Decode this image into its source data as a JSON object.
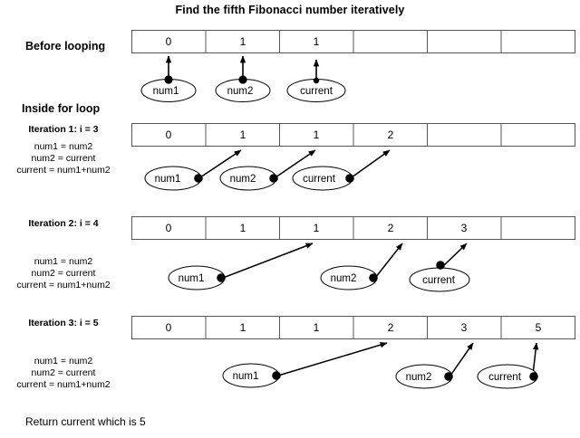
{
  "title": "Find the fifth Fibonacci number iteratively",
  "colors": {
    "stroke": "#000000",
    "cell_border": "#555555",
    "background": "#ffffff",
    "dot": "#000000"
  },
  "sections": {
    "before_label": "Before looping",
    "inside_label": "Inside for loop",
    "return_note": "Return current which is 5"
  },
  "variables": {
    "num1": "num1",
    "num2": "num2",
    "current": "current"
  },
  "rows": [
    {
      "id": "before-looping",
      "label": "Before looping",
      "cells": [
        "0",
        "1",
        "1",
        "",
        "",
        ""
      ],
      "nodes": [
        "num1",
        "num2",
        "current"
      ]
    },
    {
      "id": "iteration-1",
      "label": "Iteration 1: i = 3",
      "assignments": [
        "num1 = num2",
        "num2 = current",
        "current = num1+num2"
      ],
      "cells": [
        "0",
        "1",
        "1",
        "2",
        "",
        ""
      ],
      "nodes": [
        "num1",
        "num2",
        "current"
      ]
    },
    {
      "id": "iteration-2",
      "label": "Iteration 2: i = 4",
      "assignments": [
        "num1 = num2",
        "num2 = current",
        "current = num1+num2"
      ],
      "cells": [
        "0",
        "1",
        "1",
        "2",
        "3",
        ""
      ],
      "nodes": [
        "num1",
        "num2",
        "current"
      ]
    },
    {
      "id": "iteration-3",
      "label": "Iteration 3: i = 5",
      "assignments": [
        "num1 = num2",
        "num2 = current",
        "current = num1+num2"
      ],
      "cells": [
        "0",
        "1",
        "1",
        "2",
        "3",
        "5"
      ],
      "nodes": [
        "num1",
        "num2",
        "current"
      ]
    }
  ],
  "chart_data": {
    "type": "diagram",
    "title": "Find the fifth Fibonacci number iteratively",
    "description": "Iterative Fibonacci array trace with pointer variables num1, num2 and current",
    "array_states": [
      {
        "stage": "Before looping",
        "array": [
          "0",
          "1",
          "1",
          "",
          "",
          ""
        ],
        "num1_index": 0,
        "num2_index": 1,
        "current_index": 2
      },
      {
        "stage": "Iteration 1: i = 3",
        "array": [
          "0",
          "1",
          "1",
          "2",
          "",
          ""
        ],
        "num1_index": 1,
        "num2_index": 2,
        "current_index": 3
      },
      {
        "stage": "Iteration 2: i = 4",
        "array": [
          "0",
          "1",
          "1",
          "2",
          "3",
          ""
        ],
        "num1_index": 2,
        "num2_index": 3,
        "current_index": 4
      },
      {
        "stage": "Iteration 3: i = 5",
        "array": [
          "0",
          "1",
          "1",
          "2",
          "3",
          "5"
        ],
        "num1_index": 3,
        "num2_index": 4,
        "current_index": 5
      }
    ],
    "result": "Return current which is 5"
  }
}
